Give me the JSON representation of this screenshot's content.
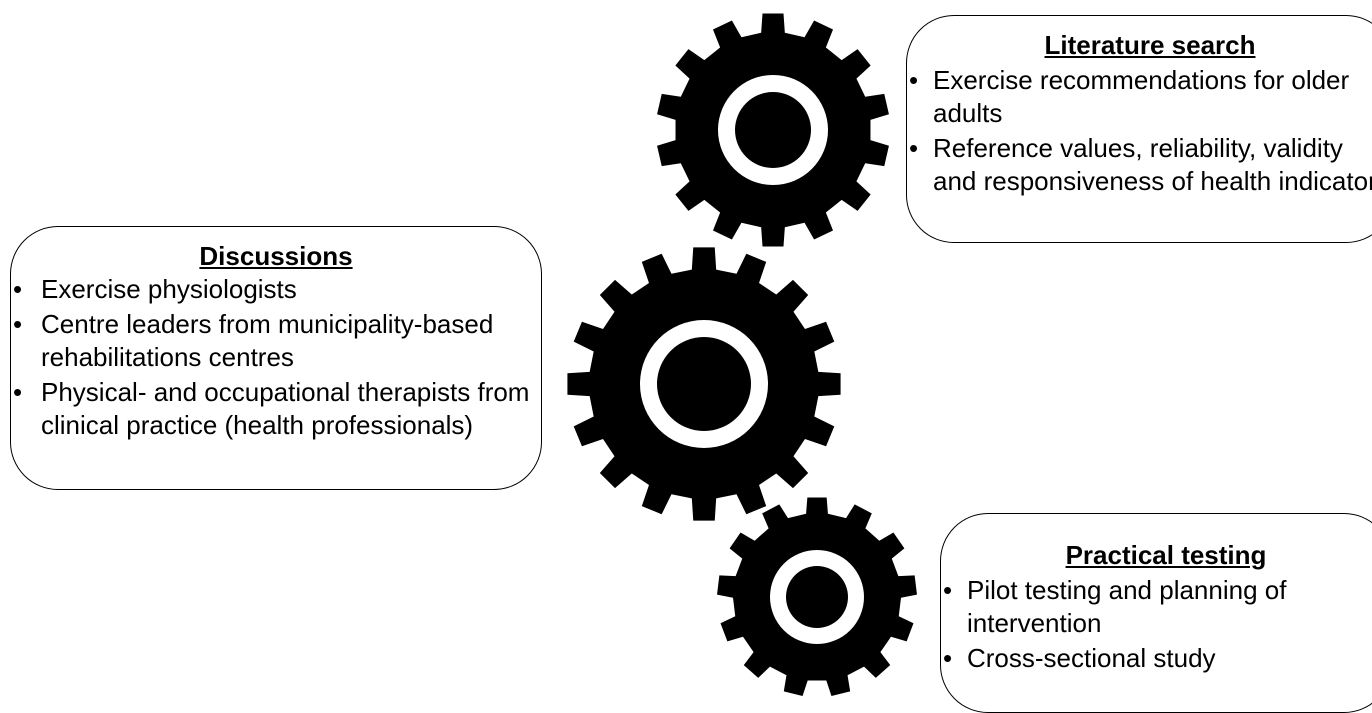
{
  "literature_search": {
    "title": "Literature search",
    "items": [
      "Exercise recommendations for older adults",
      "Reference values, reliability, validity and responsiveness of health indicators"
    ]
  },
  "discussions": {
    "title": "Discussions",
    "items": [
      "Exercise physiologists",
      "Centre leaders from municipality-based rehabilitations centres",
      "Physical- and occupational therapists from clinical practice (health professionals)"
    ]
  },
  "practical_testing": {
    "title": "Practical testing",
    "items": [
      "Pilot testing and planning of intervention",
      "Cross-sectional study"
    ]
  },
  "bullet_symbol": "•",
  "colors": {
    "gear": "#000000",
    "background": "#ffffff",
    "border": "#000000"
  },
  "icons": [
    "gear-icon",
    "gear-icon",
    "gear-icon"
  ]
}
